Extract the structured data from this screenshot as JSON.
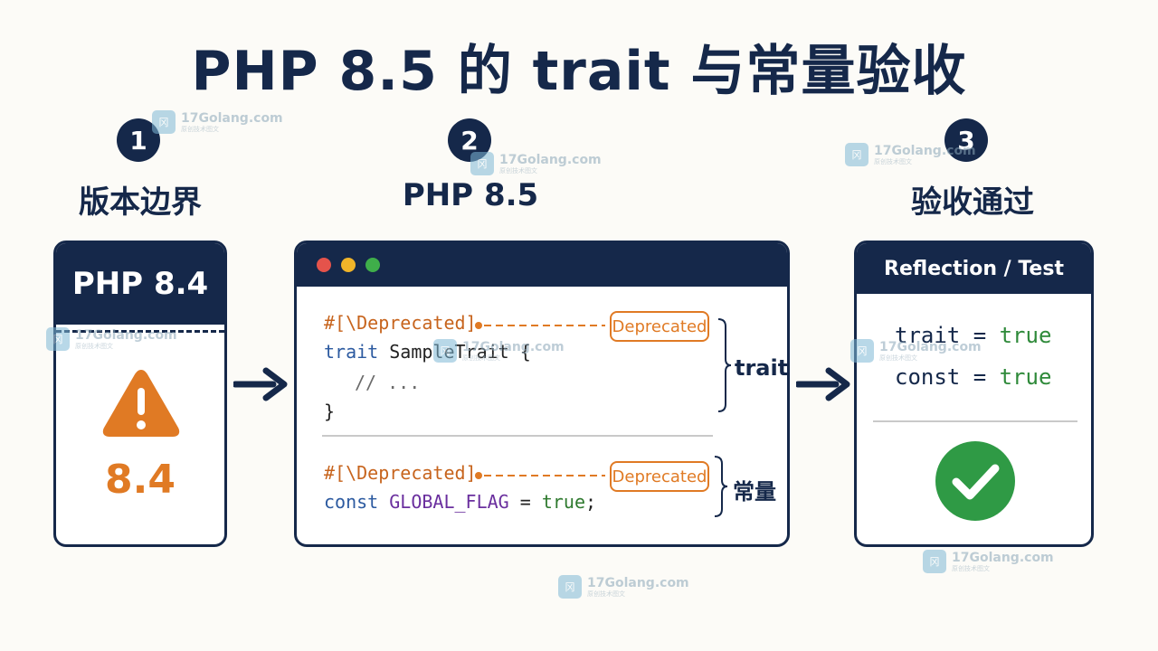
{
  "title": "PHP 8.5 的 trait 与常量验收",
  "steps": [
    {
      "number": "1",
      "label": "版本边界"
    },
    {
      "number": "2",
      "label": "PHP 8.5"
    },
    {
      "number": "3",
      "label": "验收通过"
    }
  ],
  "card1": {
    "header": "PHP 8.4",
    "version": "8.4",
    "icon": "warning-icon"
  },
  "card2": {
    "window_dots": [
      "#e5534b",
      "#f0b429",
      "#3fae4a"
    ],
    "trait_block": {
      "attribute": "#[\\Deprecated]",
      "kw_trait": "trait",
      "trait_name": "SampleTrait {",
      "comment": "// ...",
      "closing": "}",
      "tag": "Deprecated",
      "bracket_label": "trait"
    },
    "const_block": {
      "attribute": "#[\\Deprecated]",
      "kw_const": "const",
      "const_name": "GLOBAL_FLAG",
      "equals": " = ",
      "value": "true",
      "semicolon": ";",
      "tag": "Deprecated",
      "bracket_label": "常量"
    }
  },
  "card3": {
    "header": "Reflection / Test",
    "rows": [
      {
        "key": "trait",
        "op": " = ",
        "value": "true"
      },
      {
        "key": "const",
        "op": " = ",
        "value": "true"
      }
    ],
    "icon": "check-circle-icon"
  },
  "watermark": {
    "main": "17Golang.com",
    "sub": "原创技术图文"
  },
  "colors": {
    "navy": "#15284a",
    "orange": "#e07a24",
    "green": "#2f8a3a"
  }
}
